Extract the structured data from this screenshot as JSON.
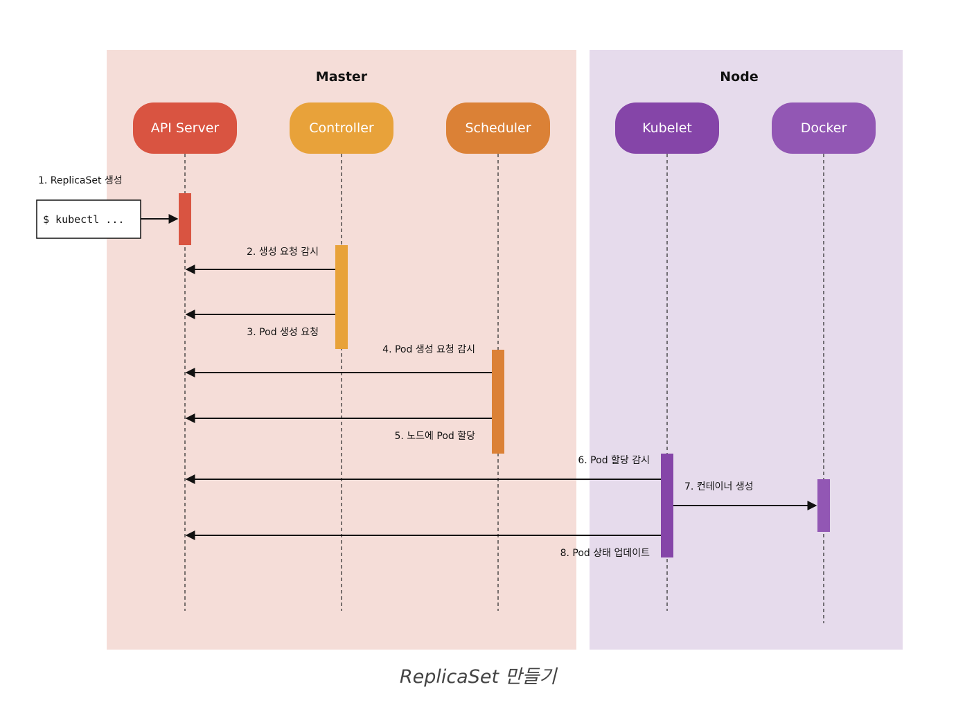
{
  "zones": [
    {
      "id": "master",
      "title": "Master",
      "color": "#f5ddd8"
    },
    {
      "id": "node",
      "title": "Node",
      "color": "#e6dbec"
    }
  ],
  "actors": [
    {
      "id": "api",
      "label": "API Server",
      "color": "#d95441",
      "zone": "master"
    },
    {
      "id": "controller",
      "label": "Controller",
      "color": "#e8a23a",
      "zone": "master"
    },
    {
      "id": "scheduler",
      "label": "Scheduler",
      "color": "#db8136",
      "zone": "master"
    },
    {
      "id": "kubelet",
      "label": "Kubelet",
      "color": "#8545a8",
      "zone": "node"
    },
    {
      "id": "docker",
      "label": "Docker",
      "color": "#9257b4",
      "zone": "node"
    }
  ],
  "command": {
    "text": "$ kubectl ..."
  },
  "steps": [
    {
      "label": "1. ReplicaSet 생성",
      "from": "command",
      "to": "api"
    },
    {
      "label": "2. 생성 요청 감시",
      "from": "controller",
      "to": "api"
    },
    {
      "label": "3. Pod 생성 요청",
      "from": "controller",
      "to": "api"
    },
    {
      "label": "4. Pod 생성 요청 감시",
      "from": "scheduler",
      "to": "api"
    },
    {
      "label": "5. 노드에 Pod 할당",
      "from": "scheduler",
      "to": "api"
    },
    {
      "label": "6. Pod 할당 감시",
      "from": "kubelet",
      "to": "api"
    },
    {
      "label": "7. 컨테이너 생성",
      "from": "kubelet",
      "to": "docker"
    },
    {
      "label": "8. Pod 상태 업데이트",
      "from": "kubelet",
      "to": "api"
    }
  ],
  "caption": "ReplicaSet 만들기"
}
